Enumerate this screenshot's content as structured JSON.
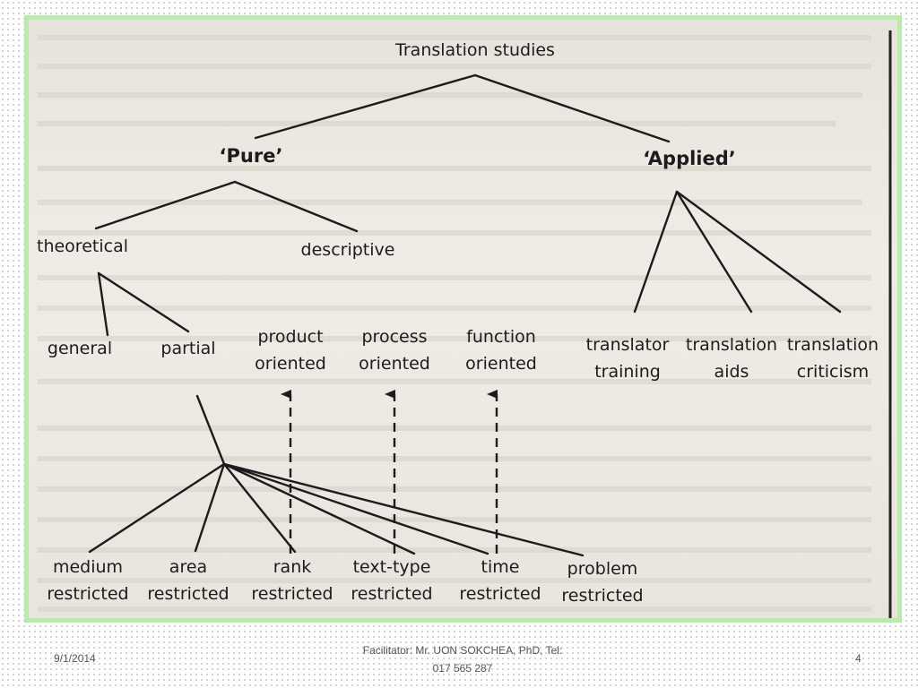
{
  "footer": {
    "date": "9/1/2014",
    "facilitator_line1": "Facilitator: Mr. UON SOKCHEA, PhD, Tel:",
    "facilitator_line2": "017 565 287",
    "page_number": "4"
  },
  "diagram": {
    "root": "Translation studies",
    "pure": "‘Pure’",
    "applied": "‘Applied’",
    "theoretical": "theoretical",
    "descriptive": "descriptive",
    "general": "general",
    "partial": "partial",
    "product_1": "product",
    "product_2": "oriented",
    "process_1": "process",
    "process_2": "oriented",
    "function_1": "function",
    "function_2": "oriented",
    "translator_1": "translator",
    "translator_2": "training",
    "aids_1": "translation",
    "aids_2": "aids",
    "criticism_1": "translation",
    "criticism_2": "criticism",
    "medium_1": "medium",
    "medium_2": "restricted",
    "area_1": "area",
    "area_2": "restricted",
    "rank_1": "rank",
    "rank_2": "restricted",
    "texttype_1": "text-type",
    "texttype_2": "restricted",
    "time_1": "time",
    "time_2": "restricted",
    "problem_1": "problem",
    "problem_2": "restricted"
  }
}
